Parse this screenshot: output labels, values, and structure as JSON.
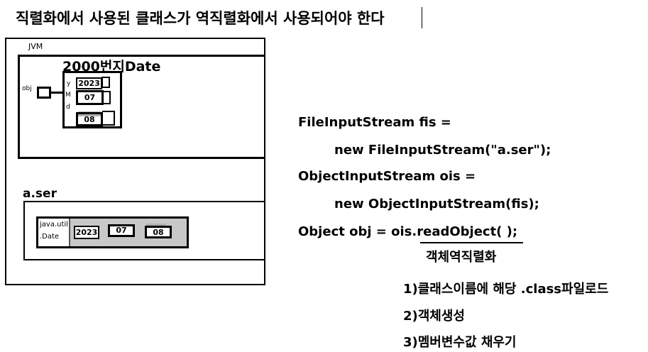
{
  "title": "직렬화에서 사용된 클래스가 역직렬화에서 사용되어야 한다",
  "jvm": {
    "label": "JVM",
    "address_label": "2000번지Date",
    "ref_label": "obj",
    "fields": [
      {
        "name": "y",
        "value": "2023"
      },
      {
        "name": "M",
        "value": "07"
      },
      {
        "name": "d",
        "value": "08"
      }
    ]
  },
  "ser": {
    "label": "a.ser",
    "class_line1": "java.util",
    "class_line2": ".Date",
    "values": [
      "2023",
      "07",
      "08"
    ]
  },
  "code": {
    "line1": "FileInputStream fis =",
    "line2": "new FileInputStream(\"a.ser\");",
    "line3": "ObjectInputStream ois =",
    "line4": "new ObjectInputStream(fis);",
    "line5": "Object obj = ois.readObject(   );"
  },
  "notes": {
    "heading": "객체역직렬화",
    "step1": "1)클래스이름에 해당 .class파일로드",
    "step2": "2)객체생성",
    "step3": "3)멤버변수값 채우기"
  }
}
